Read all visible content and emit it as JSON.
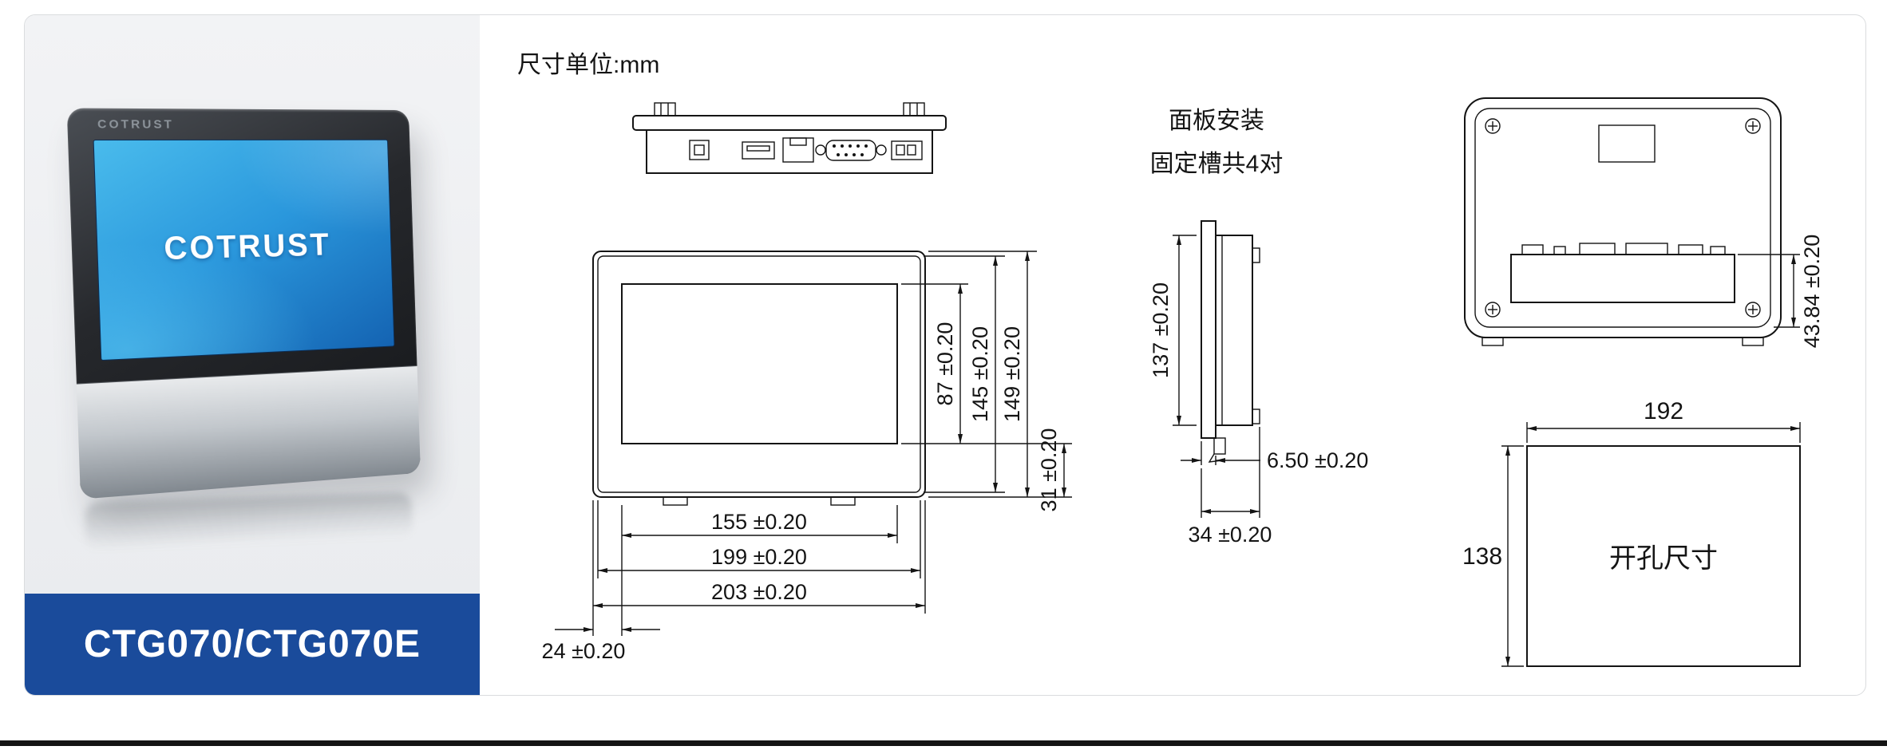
{
  "unit_label": "尺寸单位:mm",
  "product": {
    "brand": "COTRUST",
    "screen_brand": "COTRUST",
    "model": "CTG070/CTG070E"
  },
  "front_view": {
    "dim_screen_height": "87 ±0.20",
    "dim_body_height": "145 ±0.20",
    "dim_total_height": "149 ±0.20",
    "dim_bottom_margin": "31 ±0.20",
    "dim_screen_width": "155 ±0.20",
    "dim_body_width": "199 ±0.20",
    "dim_total_width": "203 ±0.20",
    "dim_left_margin": "24 ±0.20"
  },
  "side_view": {
    "title_line1": "面板安装",
    "title_line2": "固定槽共4对",
    "dim_height": "137 ±0.20",
    "dim_bezel_thickness": "6.50 ±0.20",
    "dim_depth": "34 ±0.20"
  },
  "rear_view": {
    "dim_mount_depth": "43.84 ±0.20"
  },
  "cutout_view": {
    "label": "开孔尺寸",
    "dim_width": "192",
    "dim_height": "138"
  },
  "colors": {
    "banner_blue": "#1a4b9b",
    "line_color": "#141414",
    "screen_blue_top": "#49bbec",
    "screen_blue_bottom": "#1463b2"
  }
}
